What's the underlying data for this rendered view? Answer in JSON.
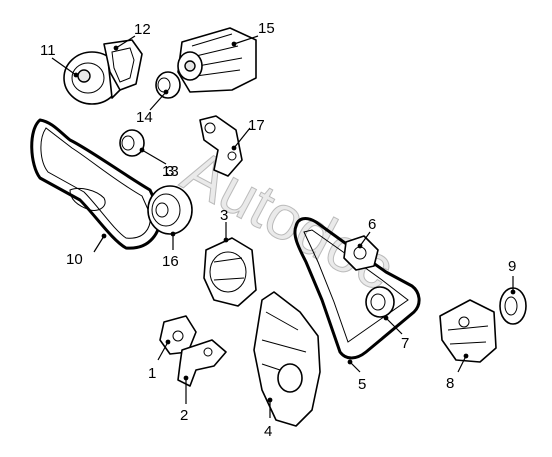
{
  "watermark": "Autodoc",
  "callouts": [
    "1",
    "2",
    "3",
    "3",
    "4",
    "5",
    "6",
    "7",
    "8",
    "9",
    "10",
    "11",
    "12",
    "13",
    "14",
    "15",
    "16",
    "17"
  ]
}
